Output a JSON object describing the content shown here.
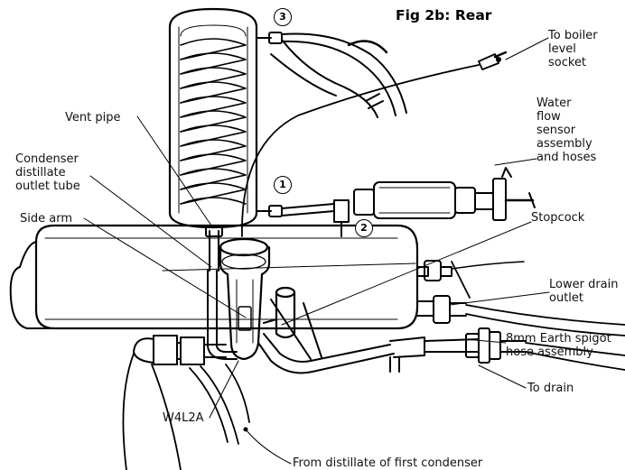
{
  "figure": {
    "title": "Fig 2b: Rear"
  },
  "labels": {
    "boiler_level_socket": "To boiler\nlevel\nsocket",
    "water_flow_sensor": "Water\nflow\nsensor\nassembly\nand hoses",
    "vent_pipe": "Vent pipe",
    "condenser_distillate": "Condenser\ndistillate\noutlet tube",
    "side_arm": "Side arm",
    "stopcock": "Stopcock",
    "lower_drain": "Lower drain\noutlet",
    "earth_spigot": "8mm Earth spigot\nhose assembly",
    "to_drain": "To drain",
    "part_code": "W4L2A",
    "from_distillate": "From distillate of first condenser"
  },
  "markers": {
    "one": "1",
    "two": "2",
    "three": "3"
  },
  "colors": {
    "line": "#000000",
    "background": "#ffffff"
  }
}
